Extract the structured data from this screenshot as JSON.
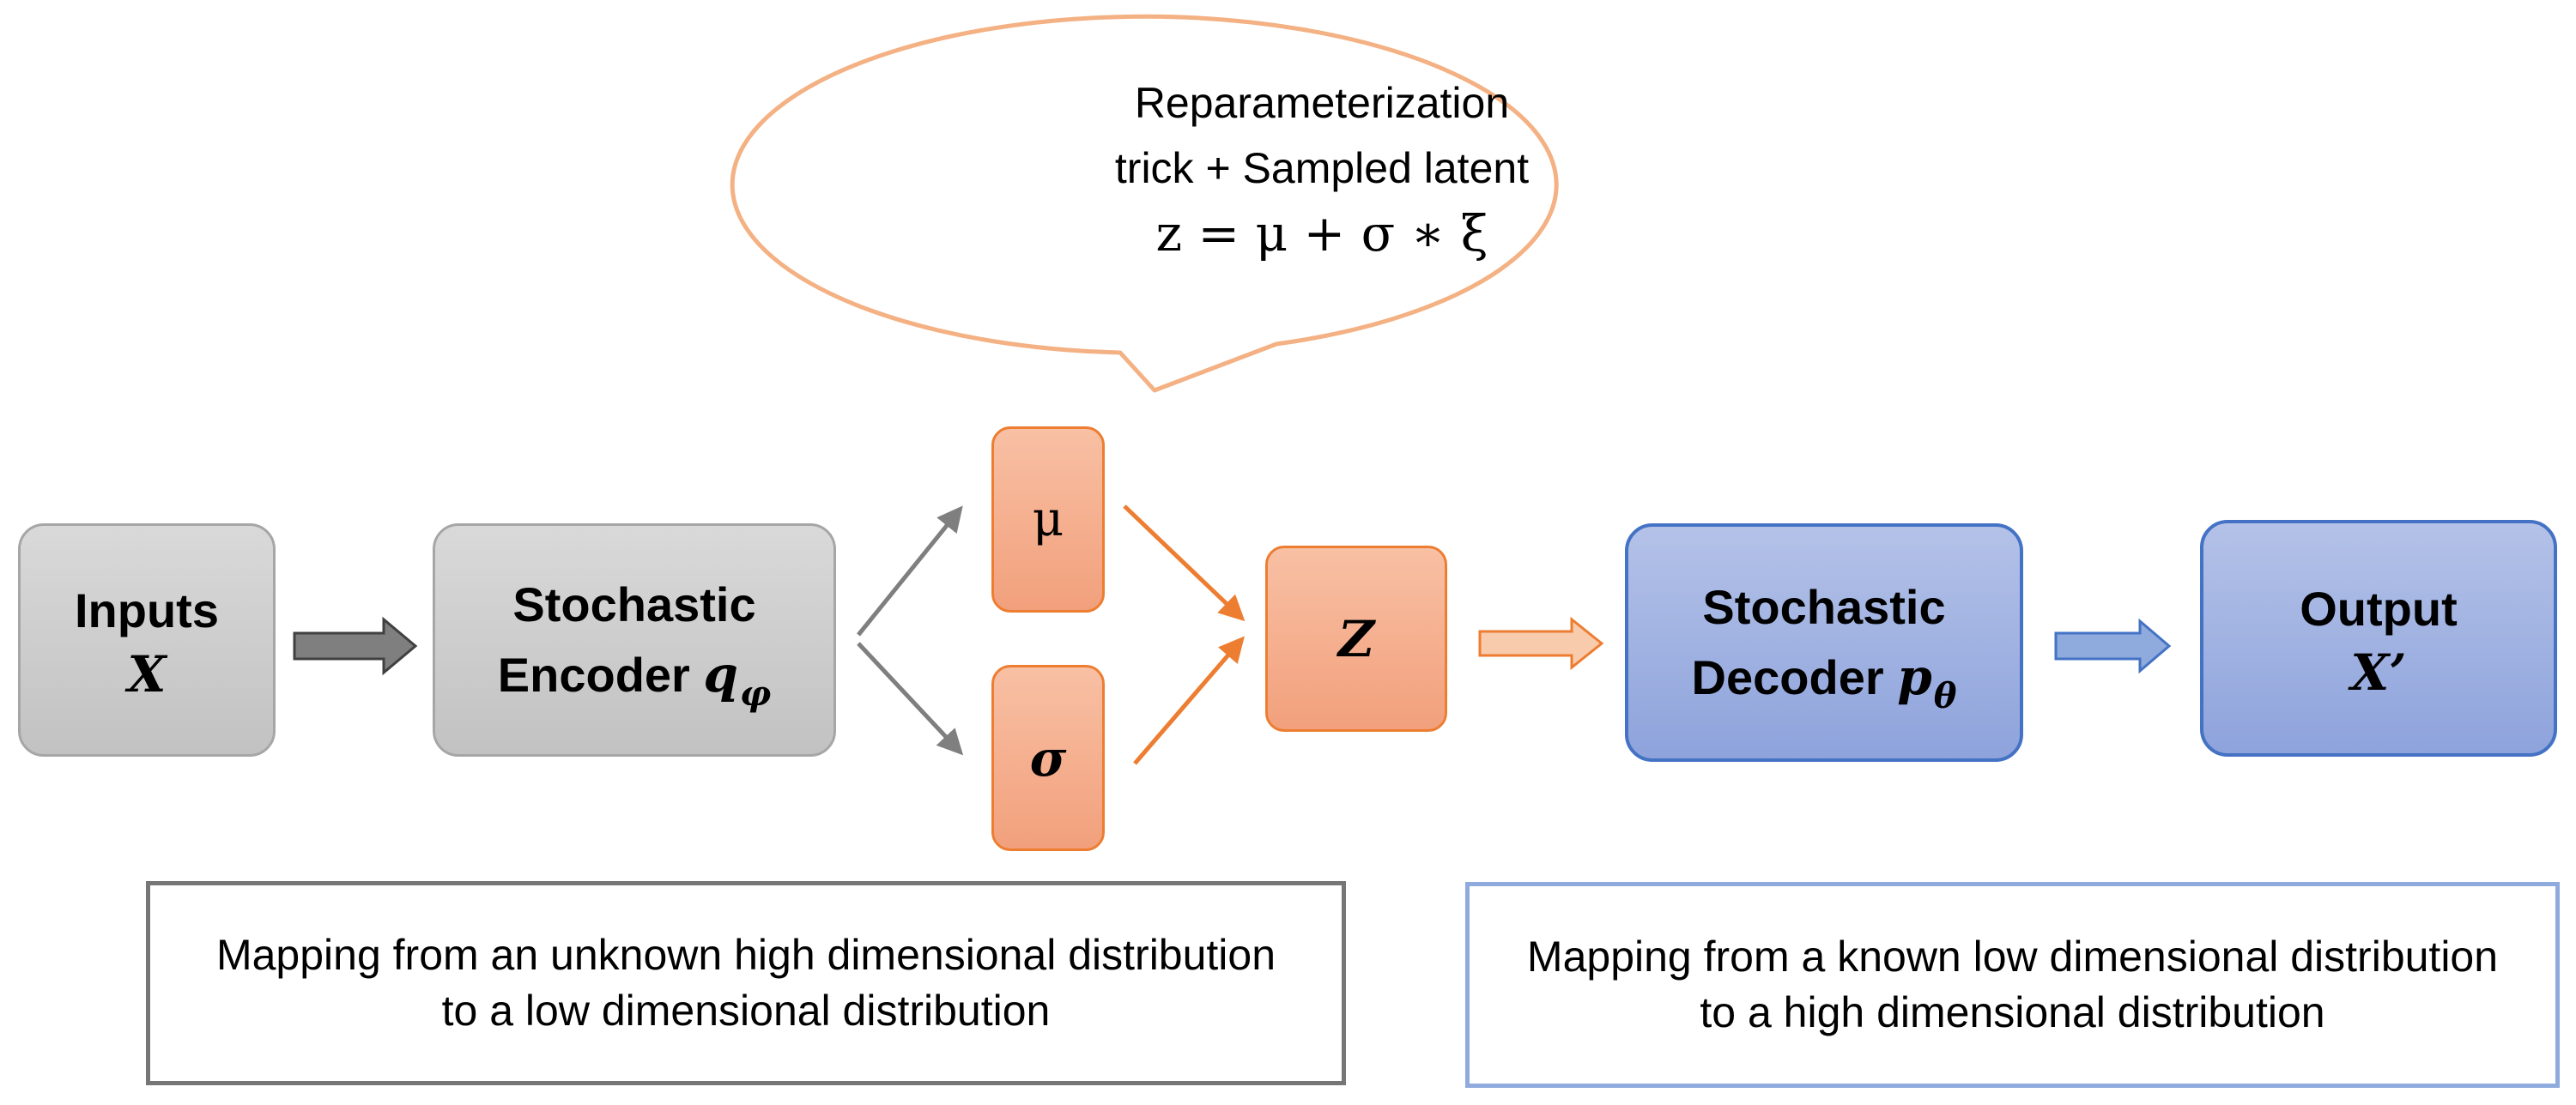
{
  "colors": {
    "gray_fill": "#c8c8c8",
    "gray_border": "#a6a6a6",
    "orange_fill": "#f4aa87",
    "orange_border": "#ed7d31",
    "blue_fill": "#9eb0e0",
    "blue_border": "#4472c4",
    "gray_arrow": "#7f7f7f",
    "orange_arrow": "#ed7d31",
    "blue_arrow": "#4472c4",
    "left_note_border": "#767676",
    "right_note_border": "#8faadc"
  },
  "bubble": {
    "line1": "Reparameterization",
    "line2": "trick + Sampled latent",
    "equation": "z = μ + σ ∗ ξ"
  },
  "nodes": {
    "inputs": {
      "label": "Inputs",
      "symbol": "X"
    },
    "encoder": {
      "label_line1": "Stochastic",
      "label_line2": "Encoder",
      "symbol": "q",
      "subscript": "φ"
    },
    "mu": {
      "symbol": "μ"
    },
    "sigma": {
      "symbol": "σ"
    },
    "z": {
      "symbol": "Z"
    },
    "decoder": {
      "label_line1": "Stochastic",
      "label_line2": "Decoder",
      "symbol": "p",
      "subscript": "θ"
    },
    "output": {
      "label": "Output",
      "symbol": "X’"
    }
  },
  "notes": {
    "encoder_note": "Mapping from an unknown high dimensional distribution to a low dimensional distribution",
    "decoder_note": "Mapping from a known low dimensional distribution to a high dimensional distribution"
  }
}
